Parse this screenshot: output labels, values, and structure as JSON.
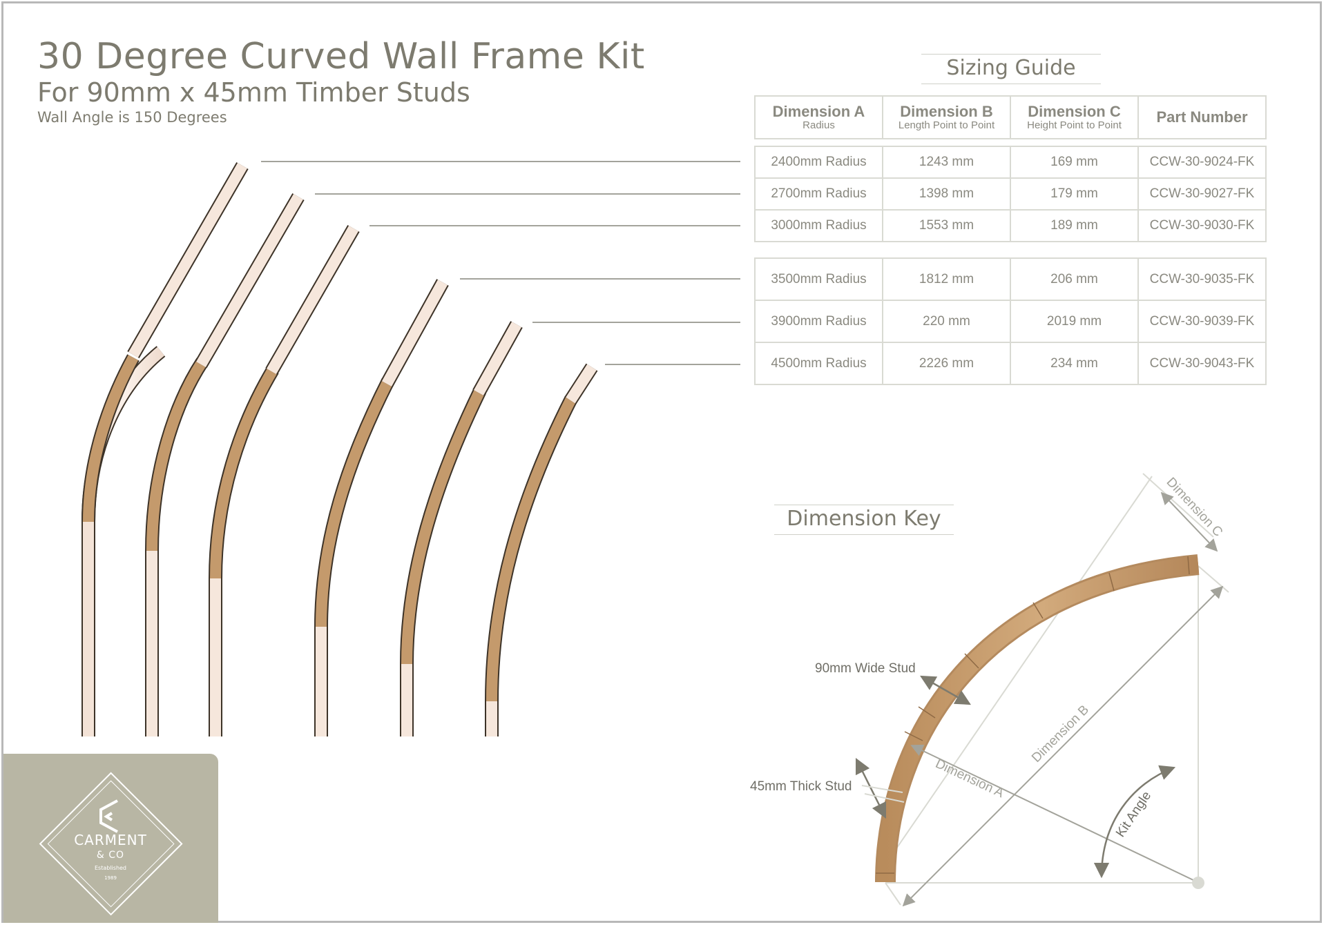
{
  "title": "30 Degree Curved Wall Frame Kit",
  "subtitle": "For 90mm x 45mm Timber Studs",
  "note": "Wall Angle is 150 Degrees",
  "sizing_guide_title": "Sizing Guide",
  "dimension_key_title": "Dimension Key",
  "columns": [
    {
      "label": "Dimension A",
      "sub": "Radius"
    },
    {
      "label": "Dimension B",
      "sub": "Length Point to Point"
    },
    {
      "label": "Dimension C",
      "sub": "Height Point to Point"
    },
    {
      "label": "Part Number",
      "sub": ""
    }
  ],
  "rows_group1": [
    [
      "2400mm Radius",
      "1243 mm",
      "169 mm",
      "CCW-30-9024-FK"
    ],
    [
      "2700mm Radius",
      "1398 mm",
      "179 mm",
      "CCW-30-9027-FK"
    ],
    [
      "3000mm Radius",
      "1553 mm",
      "189 mm",
      "CCW-30-9030-FK"
    ]
  ],
  "rows_group2": [
    [
      "3500mm Radius",
      "1812 mm",
      "206 mm",
      "CCW-30-9035-FK"
    ],
    [
      "3900mm Radius",
      "220 mm",
      "2019 mm",
      "CCW-30-9039-FK"
    ],
    [
      "4500mm Radius",
      "2226 mm",
      "234 mm",
      "CCW-30-9043-FK"
    ]
  ],
  "key_labels": {
    "dim_a": "Dimension A",
    "dim_b": "Dimension B",
    "dim_c": "Dimension C",
    "kit_angle": "Kit Angle",
    "wide_stud": "90mm Wide Stud",
    "thick_stud": "45mm Thick Stud"
  },
  "logo": {
    "name": "CARMENT",
    "co": "& CO",
    "established": "Established",
    "year": "1989"
  },
  "colors": {
    "timber": "#c49a6c",
    "timber_light": "#f6e7dc",
    "text": "#7d7b6f",
    "panel": "#b8b6a4",
    "line": "#a3a39b"
  }
}
